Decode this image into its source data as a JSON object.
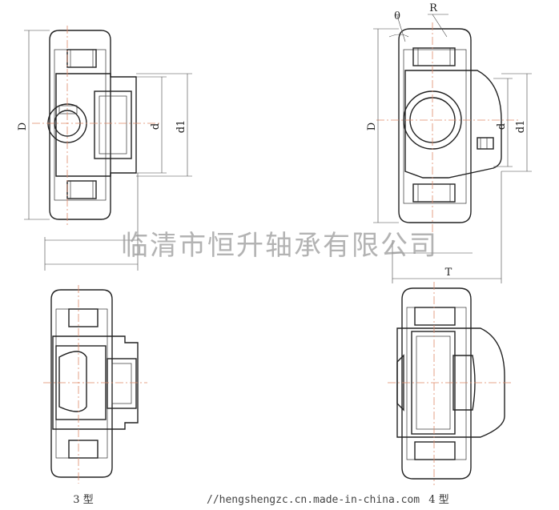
{
  "labels": {
    "D_left": "D",
    "d_left": "d",
    "d1_left": "d1",
    "D_right": "D",
    "d_right": "d",
    "d1_right": "d1",
    "theta": "θ",
    "R": "R",
    "T": "T"
  },
  "captions": {
    "type3": "3 型",
    "type4": "4 型"
  },
  "watermark": {
    "company": "临清市恒升轴承有限公司",
    "url": "//hengshengzc.cn.made-in-china.com"
  },
  "colors": {
    "line": "#222222",
    "centerline": "#e08a6a",
    "hatch": "#555555",
    "watermark": "#9a9a9a"
  }
}
